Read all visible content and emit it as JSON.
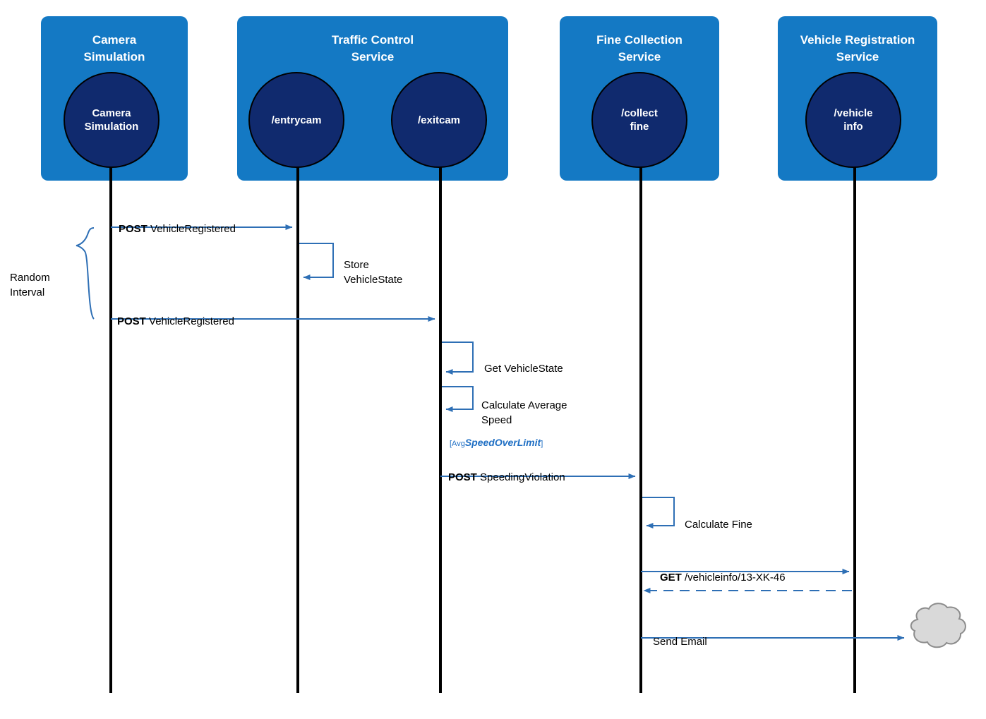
{
  "diagram": {
    "type": "sequence-diagram",
    "colors": {
      "service_box": "#1479c4",
      "endpoint_circle": "#102a6e",
      "lifeline": "#000000",
      "arrow": "#2e6fb5",
      "condition_text": "#1f6fc4",
      "cloud": "#d9d9d9"
    },
    "participants": [
      {
        "id": "camera",
        "title": "Camera\nSimulation",
        "endpoints": [
          "Camera\nSimulation"
        ]
      },
      {
        "id": "traffic",
        "title": "Traffic Control\nService",
        "endpoints": [
          "/entrycam",
          "/exitcam"
        ]
      },
      {
        "id": "fine",
        "title": "Fine Collection\nService",
        "endpoints": [
          "/collect\nfine"
        ]
      },
      {
        "id": "vehicle",
        "title": "Vehicle Registration\nService",
        "endpoints": [
          "/vehicle\ninfo"
        ]
      }
    ],
    "messages": [
      {
        "id": "m1",
        "bold": "POST",
        "text": " VehicleRegistered",
        "kind": "call"
      },
      {
        "id": "m2",
        "bold": "",
        "text": "Store\nVehicleState",
        "kind": "self"
      },
      {
        "id": "m3",
        "bold": "POST",
        "text": " VehicleRegistered",
        "kind": "call"
      },
      {
        "id": "m4",
        "bold": "",
        "text": "Get VehicleState",
        "kind": "self"
      },
      {
        "id": "m5",
        "bold": "",
        "text": "Calculate Average\nSpeed",
        "kind": "self"
      },
      {
        "id": "m6",
        "bold": "POST",
        "text": " SpeedingViolation",
        "kind": "call"
      },
      {
        "id": "m7",
        "bold": "",
        "text": "Calculate Fine",
        "kind": "self"
      },
      {
        "id": "m8",
        "bold": "GET",
        "text": " /vehicleinfo/13-XK-46",
        "kind": "call"
      },
      {
        "id": "m9",
        "bold": "",
        "text": "",
        "kind": "return"
      },
      {
        "id": "m10",
        "bold": "",
        "text": "Send Email",
        "kind": "call"
      }
    ],
    "annotations": {
      "random_interval": "Random\nInterval",
      "guard_prefix": "[Avg",
      "guard_text": "SpeedOverLimit",
      "guard_suffix": "]"
    }
  }
}
